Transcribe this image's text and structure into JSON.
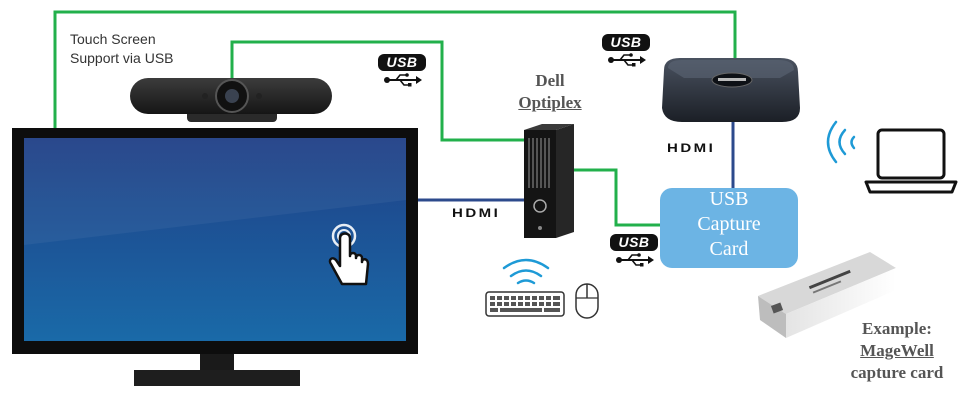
{
  "labels": {
    "touch_screen": [
      "Touch Screen",
      "Support via USB"
    ],
    "dell": [
      "Dell",
      "Optiplex"
    ],
    "capture_card": [
      "USB",
      "Capture",
      "Card"
    ],
    "example": [
      "Example:",
      "MageWell",
      "capture card"
    ]
  },
  "badges": {
    "usb_text": "USB",
    "hdmi_text": "HDMI"
  },
  "colors": {
    "usb_line": "#22b04b",
    "hdmi_line": "#2c4a8c",
    "capture_card_fill": "#6cb4e4",
    "screen_gradient_top": "#1f3f86",
    "screen_gradient_bottom": "#1a6aa8"
  },
  "icons": [
    "webcam-icon",
    "monitor-icon",
    "touch-hand-icon",
    "dell-pc-icon",
    "keyboard-icon",
    "mouse-icon",
    "wifi-icon",
    "usb-symbol-icon",
    "presentation-hub-icon",
    "laptop-icon",
    "magewell-device-icon"
  ]
}
